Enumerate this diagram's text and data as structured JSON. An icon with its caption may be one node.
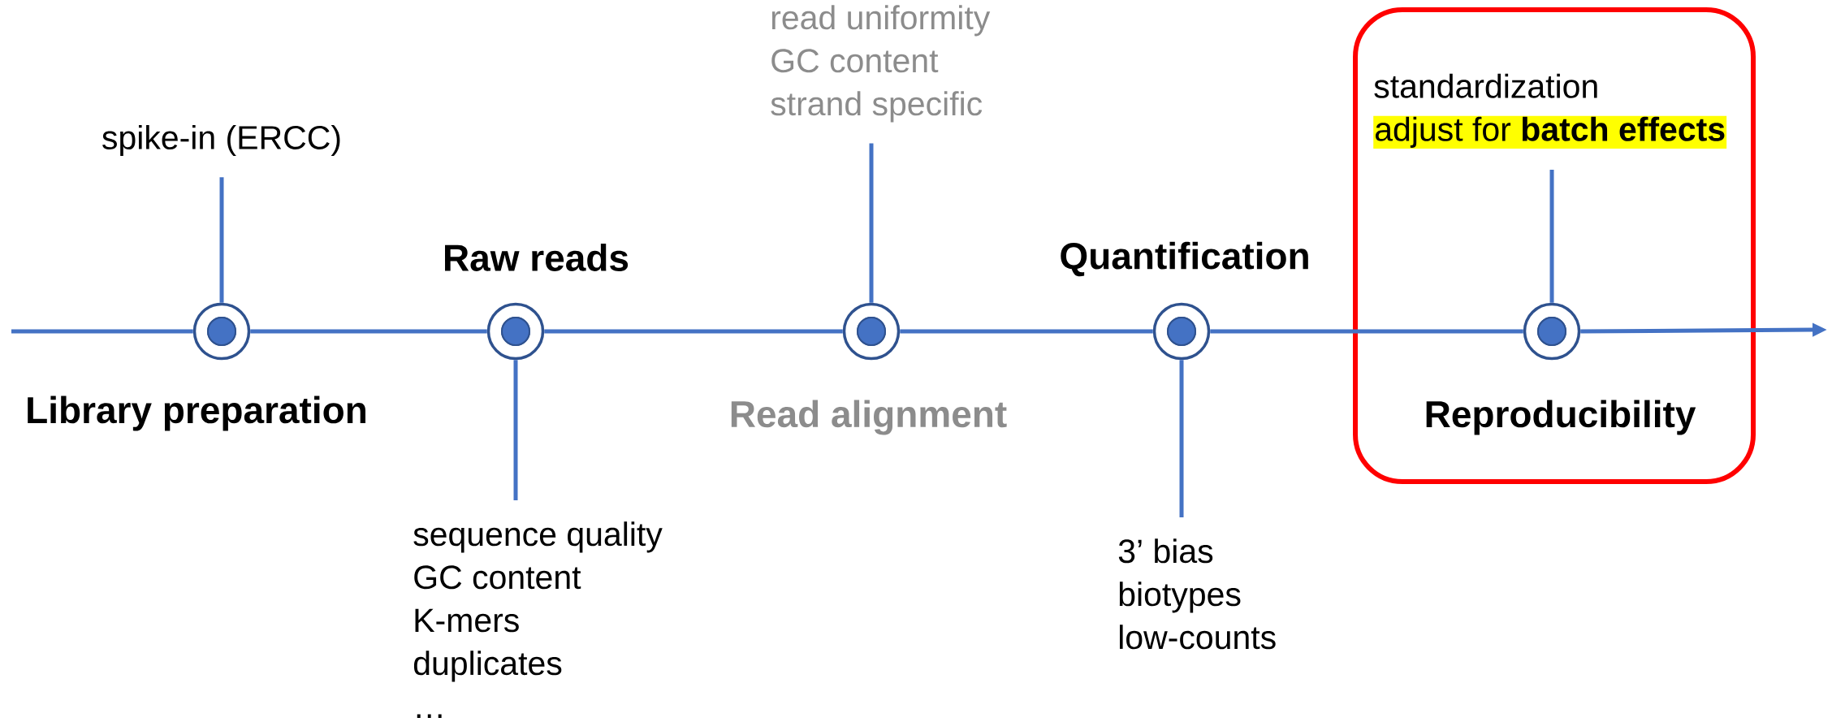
{
  "diagram": {
    "nodes": [
      {
        "text": [
          "spike-in (ERCC)"
        ]
      },
      {
        "text": [],
        "shape": "circle",
        "beside": [
          "Library preparation"
        ]
      },
      {
        "text": [],
        "shape": "circle",
        "beside": [
          "Raw reads"
        ]
      },
      {
        "text": [
          "sequence quality",
          "GC content",
          "K-mers",
          "duplicates",
          "…"
        ]
      },
      {
        "text": [
          "read uniformity",
          "GC content",
          "strand specific"
        ]
      },
      {
        "text": [],
        "shape": "circle",
        "beside": [
          "Read alignment"
        ]
      },
      {
        "text": [],
        "shape": "circle",
        "beside": [
          "Quantification"
        ]
      },
      {
        "text": [
          "3’ bias",
          "biotypes",
          "low-counts"
        ]
      },
      {
        "text": [
          "Reproducibility"
        ]
      },
      {
        "text": [
          "standardization",
          "adjust for **batch effects**"
        ],
        "in": 8
      },
      {
        "text": [],
        "shape": "circle",
        "in": 8
      }
    ],
    "edges": [
      {
        "from": 0,
        "to": 1,
        "arrow": "none"
      },
      {
        "from": 3,
        "to": 2,
        "arrow": "none"
      },
      {
        "from": 4,
        "to": 5,
        "arrow": "none"
      },
      {
        "from": 7,
        "to": 6,
        "arrow": "none"
      },
      {
        "from": 9,
        "to": 10,
        "arrow": "none"
      },
      {
        "from": null,
        "to": 1,
        "arrow": "none"
      },
      {
        "from": 1,
        "to": 2,
        "arrow": "none"
      },
      {
        "from": 2,
        "to": 5,
        "arrow": "none"
      },
      {
        "from": 5,
        "to": 6,
        "arrow": "none"
      },
      {
        "from": 6,
        "to": 10,
        "arrow": "none"
      },
      {
        "from": 10,
        "to": null,
        "arrow": "to"
      }
    ]
  }
}
